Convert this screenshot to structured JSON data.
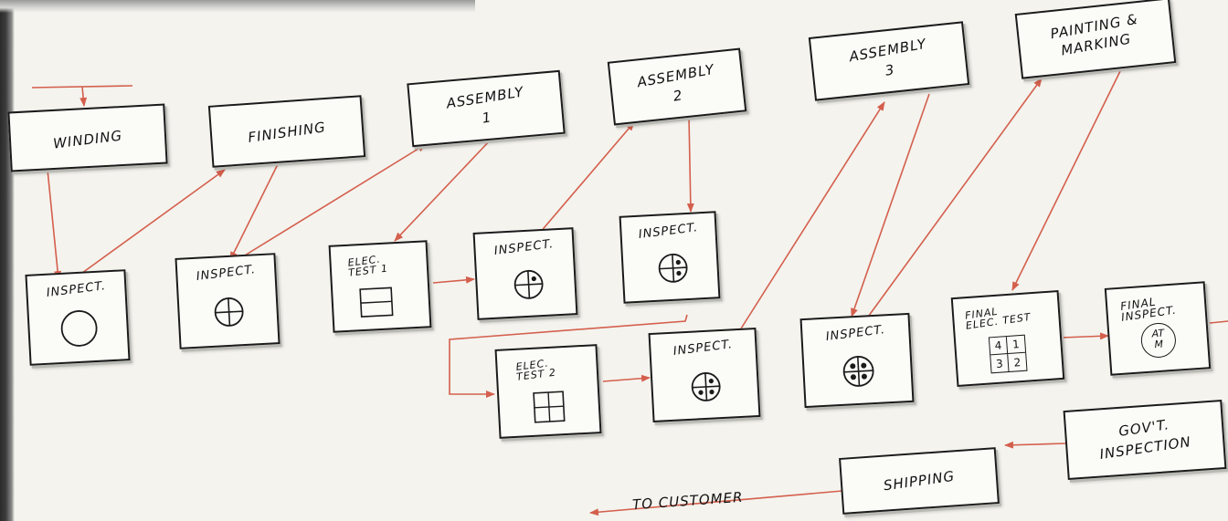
{
  "colors": {
    "arrow": "#d45f4c",
    "ink": "#1b1b1b",
    "paper": "#f4f3ee"
  },
  "boxes": {
    "winding": "WINDING",
    "finishing": "FINISHING",
    "assembly1": [
      "ASSEMBLY",
      "1"
    ],
    "assembly2": [
      "ASSEMBLY",
      "2"
    ],
    "assembly3": [
      "ASSEMBLY",
      "3"
    ],
    "painting": [
      "PAINTING &",
      "MARKING"
    ],
    "inspect1": "INSPECT.",
    "inspect2": "INSPECT.",
    "elec1": [
      "ELEC.",
      "TEST 1"
    ],
    "inspect3": "INSPECT.",
    "inspect4": "INSPECT.",
    "elec2": [
      "ELEC.",
      "TEST 2"
    ],
    "inspect5": "INSPECT.",
    "inspect6": "INSPECT.",
    "final_elec": [
      "FINAL",
      "ELEC. TEST"
    ],
    "final_elec_grid": [
      "4",
      "1",
      "3",
      "2"
    ],
    "final_inspect": [
      "FINAL",
      "INSPECT."
    ],
    "final_inspect_symbol": [
      "AT",
      "M"
    ],
    "govt": [
      "GOV'T.",
      "INSPECTION"
    ],
    "shipping": "SHIPPING"
  },
  "to_customer": "TO CUSTOMER"
}
